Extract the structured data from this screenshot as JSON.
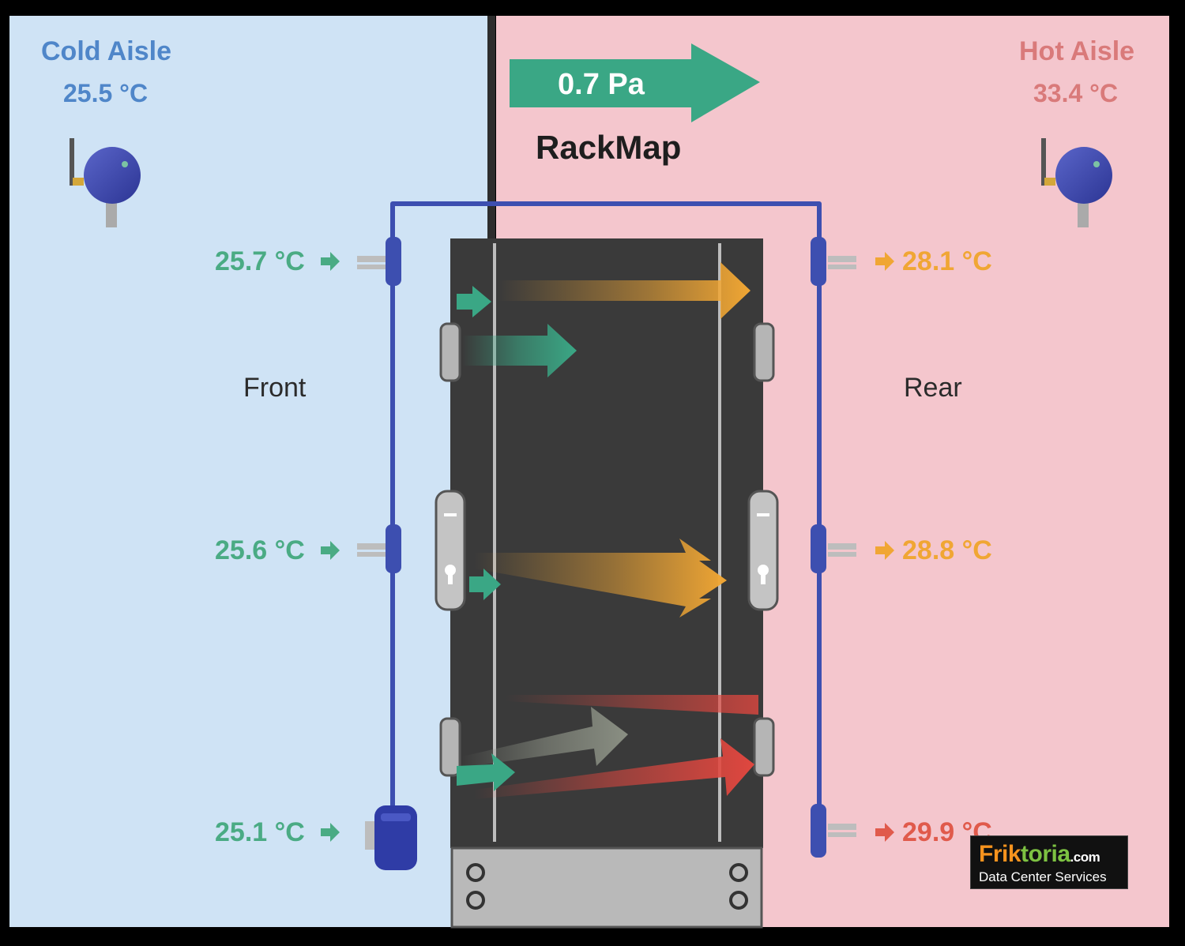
{
  "cold_aisle": {
    "title": "Cold Aisle",
    "temperature": "25.5 °C",
    "color": "#4f86c9",
    "background": "#cfe3f5"
  },
  "hot_aisle": {
    "title": "Hot Aisle",
    "temperature": "33.4 °C",
    "color": "#d97a7a",
    "background": "#f4c6cd"
  },
  "pressure": {
    "value": "0.7 Pa",
    "arrow_color": "#3aa785"
  },
  "product": {
    "name": "RackMap"
  },
  "labels": {
    "front": "Front",
    "rear": "Rear"
  },
  "front_sensors": [
    {
      "temperature": "25.7 °C",
      "color": "#4aab84"
    },
    {
      "temperature": "25.6 °C",
      "color": "#4aab84"
    },
    {
      "temperature": "25.1 °C",
      "color": "#4aab84"
    }
  ],
  "rear_sensors": [
    {
      "temperature": "28.1 °C",
      "color": "#f0a634"
    },
    {
      "temperature": "28.8 °C",
      "color": "#f0a634"
    },
    {
      "temperature": "29.9 °C",
      "color": "#e05a4b"
    }
  ],
  "airflow_colors": {
    "intake": "#3aa785",
    "warm": "#f0a634",
    "hot": "#e0473f",
    "neutral": "#8a8f83"
  },
  "cable_color": "#3d4fb0",
  "logo": {
    "name_part1": "Frik",
    "name_part2": "toria",
    "suffix": ".com",
    "tagline": "Data Center Services"
  }
}
